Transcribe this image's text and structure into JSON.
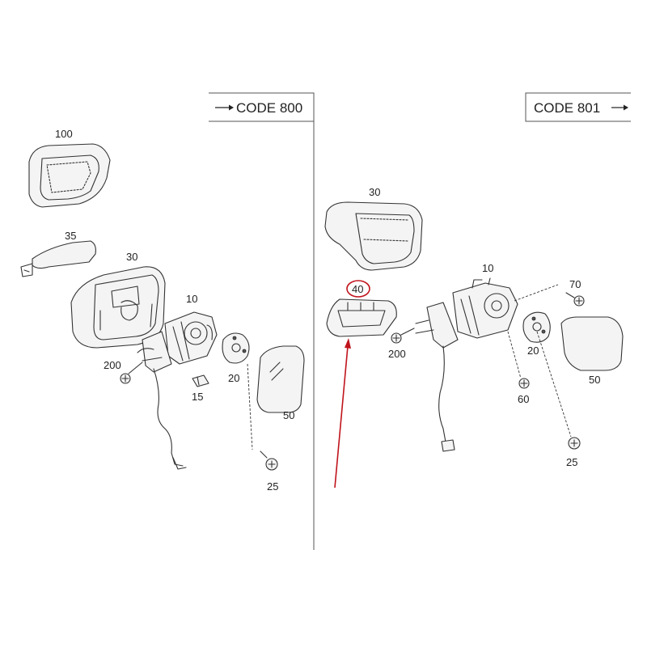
{
  "header": {
    "left_code": "CODE 800",
    "right_code": "CODE 801"
  },
  "left_labels": {
    "p100": "100",
    "p35": "35",
    "p30": "30",
    "p10": "10",
    "p200": "200",
    "p20": "20",
    "p15": "15",
    "p50": "50",
    "p25": "25"
  },
  "right_labels": {
    "p30": "30",
    "p40": "40",
    "p10": "10",
    "p70": "70",
    "p200": "200",
    "p20": "20",
    "p50": "50",
    "p60": "60",
    "p25": "25"
  },
  "colors": {
    "highlight": "#c0141c",
    "line": "#333333"
  },
  "icons": {
    "code_arrow": "right-arrow-icon"
  }
}
